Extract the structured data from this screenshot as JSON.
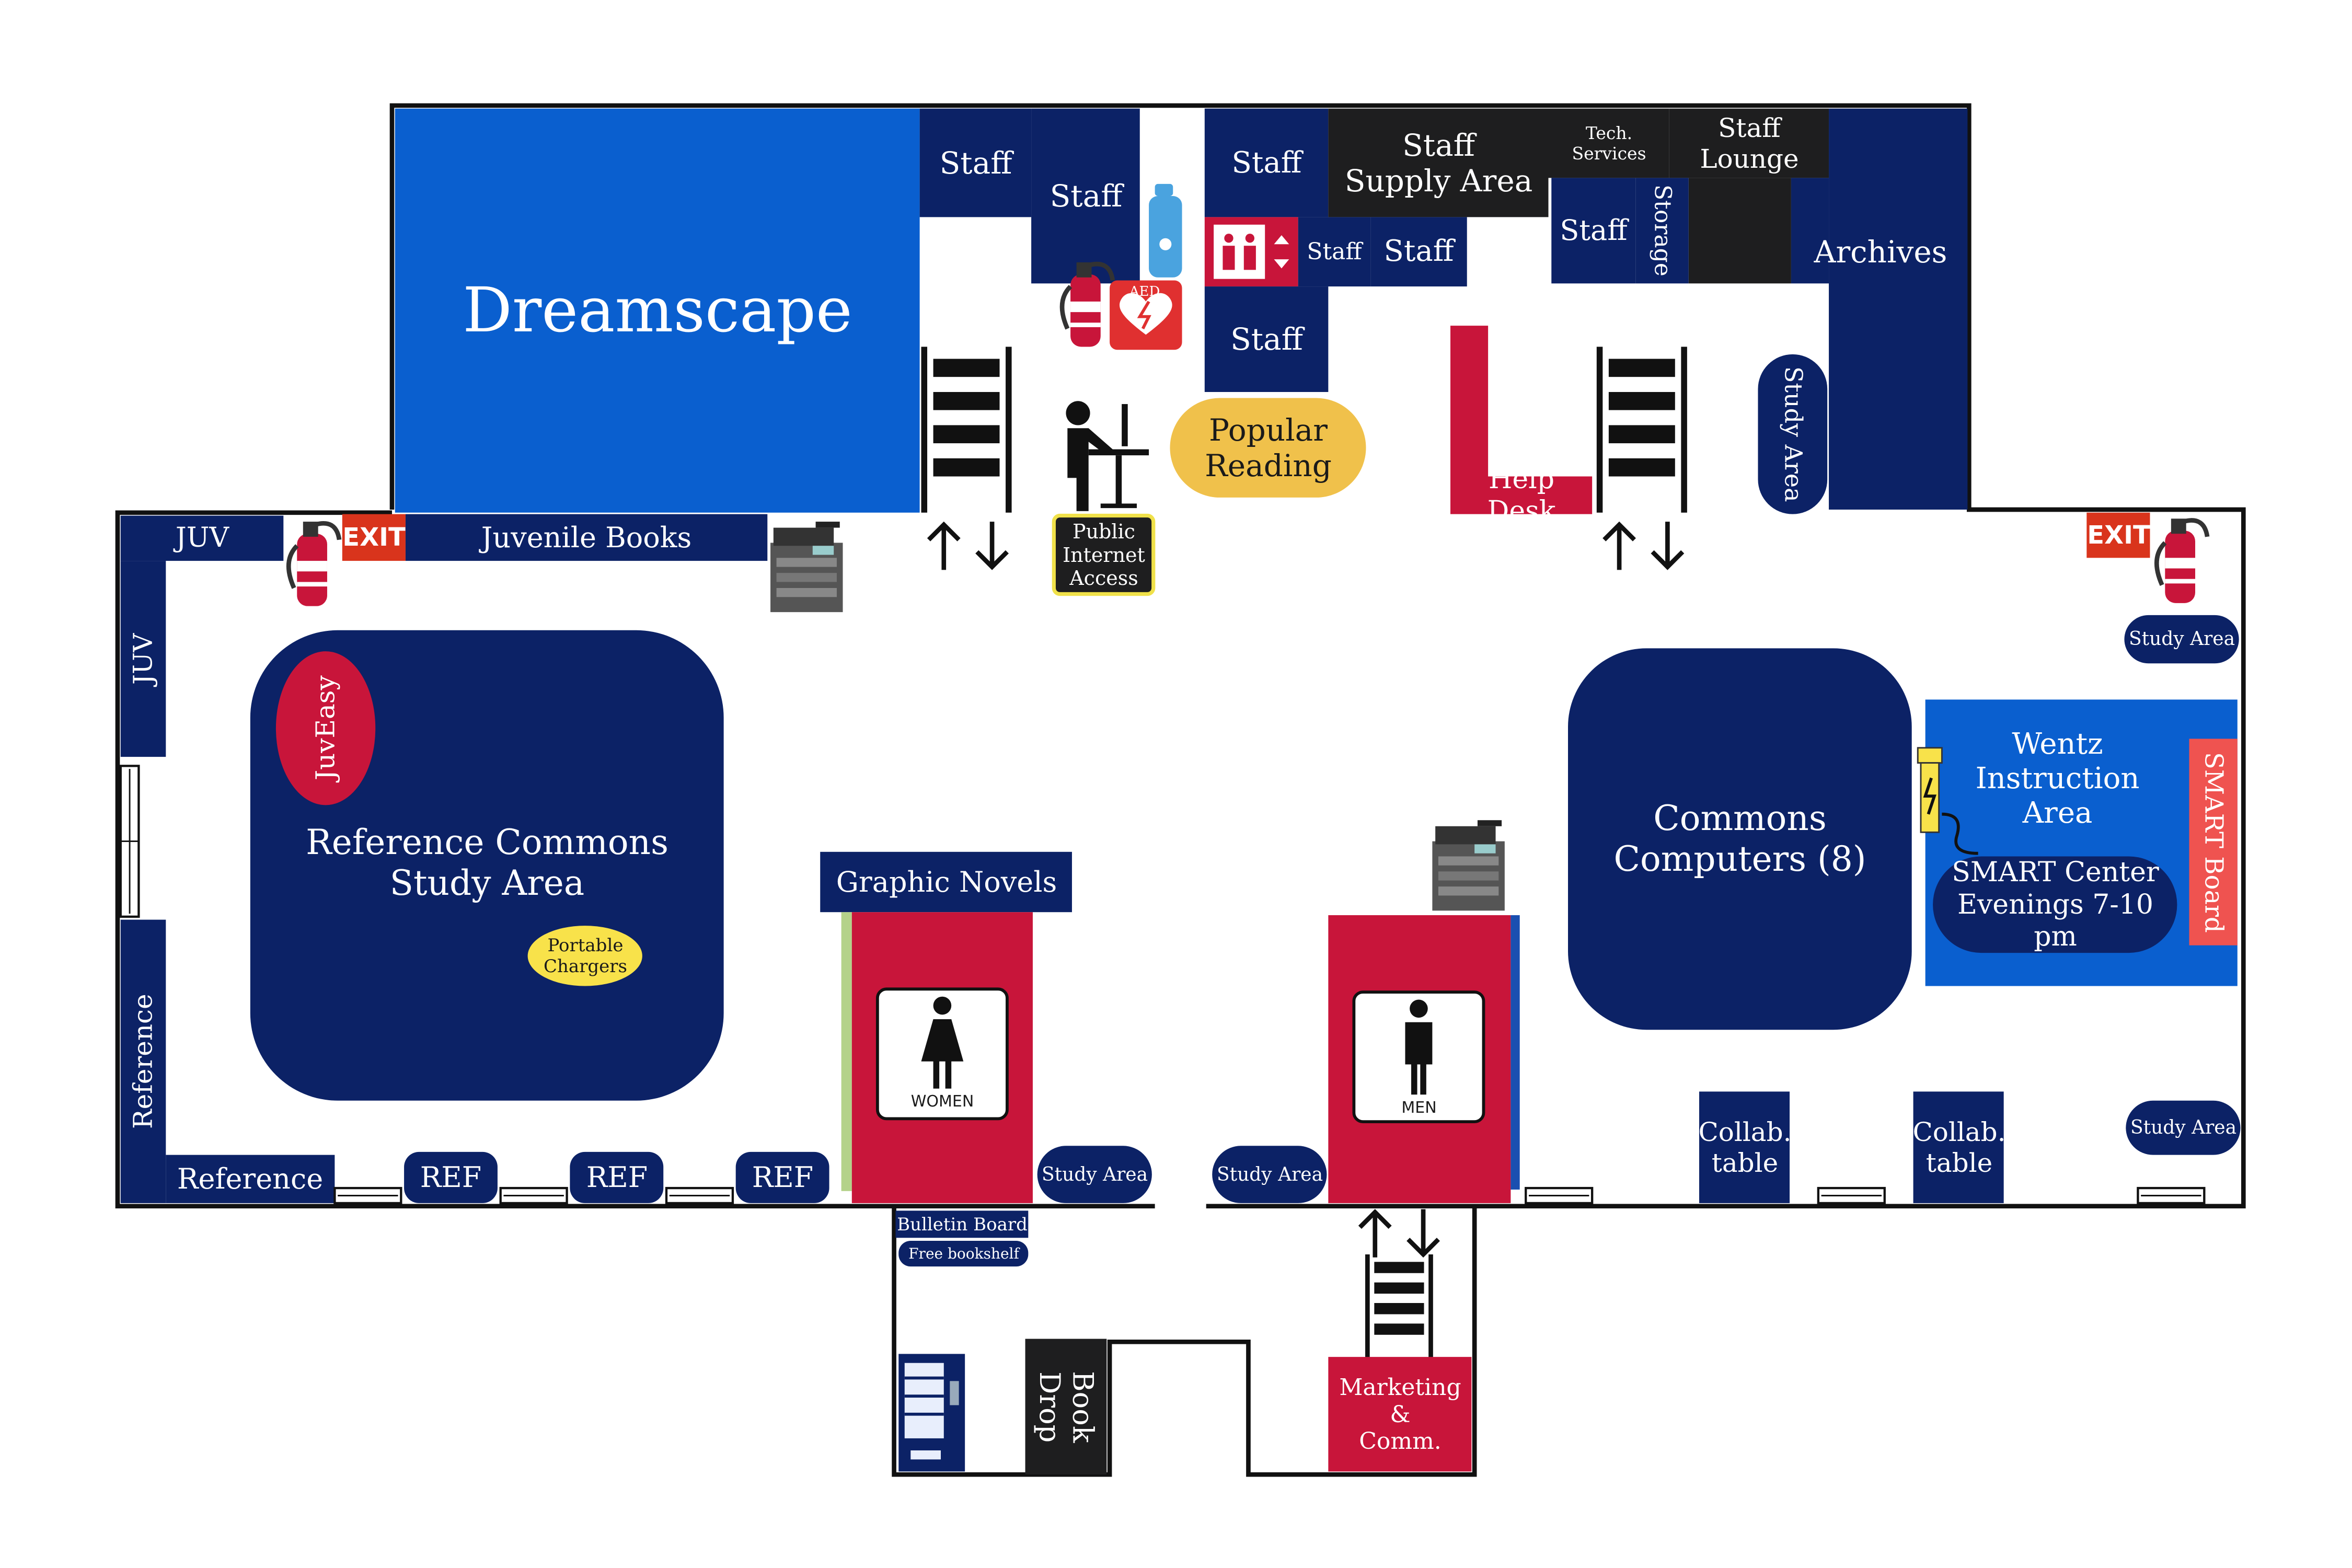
{
  "colors": {
    "navy": "#0c2266",
    "blue": "#0a5fcf",
    "red": "#c8153a",
    "charcoal": "#1e1e1f",
    "yellow": "#f0c14b",
    "bright_yellow": "#f8e24a",
    "exit_red": "#d9341c",
    "smart_red": "#ef5350"
  },
  "rooms": {
    "dreamscape": "Dreamscape",
    "staff_1": "Staff",
    "staff_2": "Staff",
    "staff_3": "Staff",
    "staff_supply": "Staff\nSupply Area",
    "tech_services": "Tech. Services",
    "staff_lounge": "Staff\nLounge",
    "staff_4": "Staff",
    "staff_5": "Staff",
    "staff_6": "Staff",
    "staff_7": "Staff",
    "storage": "Storage",
    "archives": "Archives",
    "popular_reading": "Popular\nReading",
    "help_desk": "Help Desk",
    "study_area_vertical": "Study Area",
    "public_internet": "Public\nInternet\nAccess",
    "juv_top": "JUV",
    "juv_side": "JUV",
    "juvenile_books": "Juvenile Books",
    "exit_left": "EXIT",
    "exit_right": "EXIT",
    "juveasy": "JuvEasy",
    "reference_commons": "Reference Commons\nStudy Area",
    "portable_chargers": "Portable\nChargers",
    "reference_side": "Reference",
    "reference_bottom": "Reference",
    "ref_1": "REF",
    "ref_2": "REF",
    "ref_3": "REF",
    "graphic_novels": "Graphic Novels",
    "women": "WOMEN",
    "men": "MEN",
    "study_area_1": "Study Area",
    "study_area_2": "Study Area",
    "study_area_3": "Study Area",
    "study_area_4": "Study Area",
    "commons_computers": "Commons\nComputers (8)",
    "wentz": "Wentz\nInstruction\nArea",
    "smart_center": "SMART Center\nEvenings 7-10 pm",
    "smart_board": "SMART Board",
    "collab_1": "Collab.\ntable",
    "collab_2": "Collab.\ntable",
    "bulletin_board": "Bulletin Board",
    "free_bookshelf": "Free bookshelf",
    "book_drop": "Book\nDrop",
    "marketing": "Marketing &\nComm.",
    "aed": "AED",
    "fire": "FIRE"
  },
  "icons": [
    "fire-extinguisher-icon",
    "aed-icon",
    "water-bottle-icon",
    "elevator-icon",
    "stairs-icon",
    "up-down-arrows-icon",
    "copier-icon",
    "computer-user-icon",
    "women-restroom-icon",
    "men-restroom-icon",
    "vending-machine-icon",
    "charger-icon",
    "window-icon"
  ]
}
